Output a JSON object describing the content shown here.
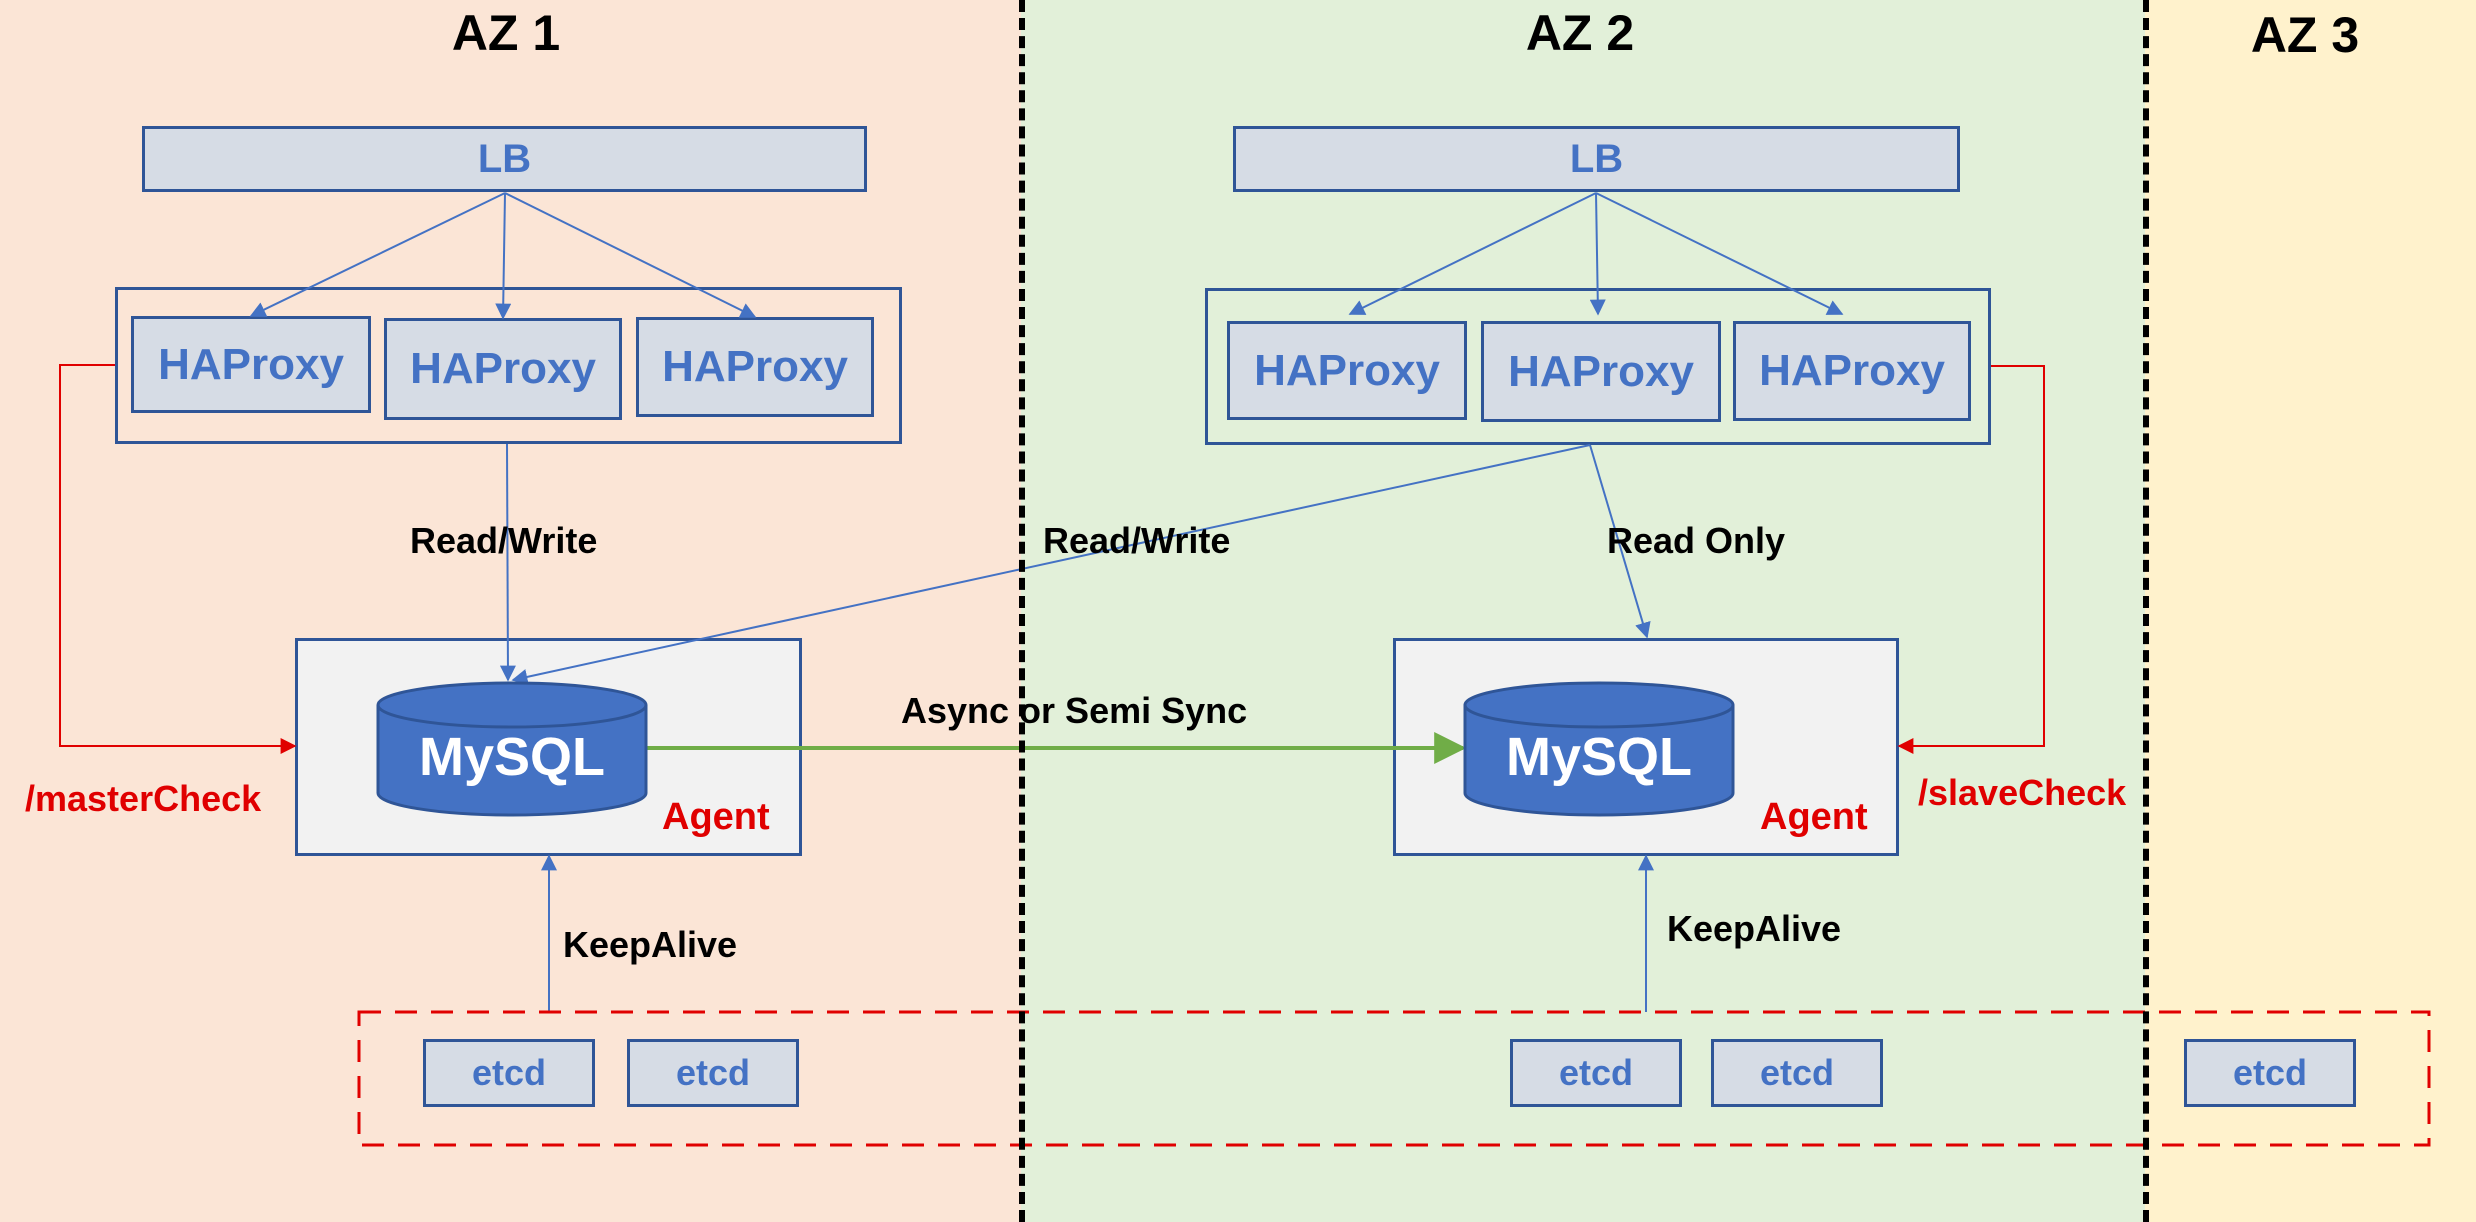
{
  "zones": {
    "az1": {
      "title": "AZ 1",
      "color": "#FBE5D6"
    },
    "az2": {
      "title": "AZ 2",
      "color": "#E2F0D9"
    },
    "az3": {
      "title": "AZ 3",
      "color": "#FFF2CC"
    }
  },
  "az1": {
    "lb": "LB",
    "haproxies": [
      "HAProxy",
      "HAProxy",
      "HAProxy"
    ],
    "mysql": "MySQL",
    "agent": "Agent",
    "check": "/masterCheck",
    "link_label": "Read/Write",
    "keepalive": "KeepAlive"
  },
  "az2": {
    "lb": "LB",
    "haproxies": [
      "HAProxy",
      "HAProxy",
      "HAProxy"
    ],
    "mysql": "MySQL",
    "agent": "Agent",
    "check": "/slaveCheck",
    "link_label": "Read Only",
    "cross_label": "Read/Write",
    "keepalive": "KeepAlive"
  },
  "replication_label": "Async or Semi Sync",
  "etcd_nodes": [
    "etcd",
    "etcd",
    "etcd",
    "etcd",
    "etcd"
  ],
  "colors": {
    "box_fill": "#D6DCE5",
    "box_border": "#2F5597",
    "box_text": "#4472C4",
    "mysql_fill": "#4472C4",
    "red": "#E00000",
    "green": "#70AD47"
  }
}
